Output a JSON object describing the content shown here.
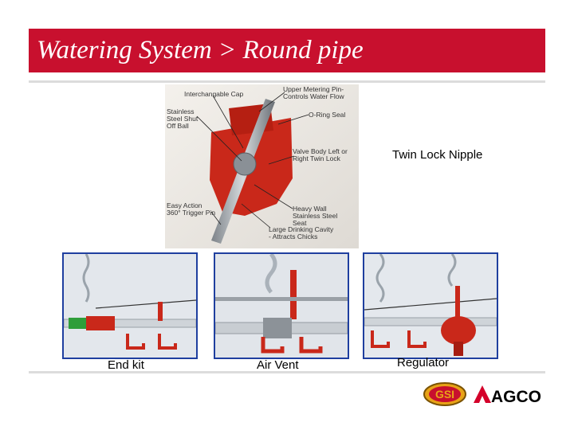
{
  "slide": {
    "title": "Watering System > Round pipe",
    "main_caption": "Twin Lock Nipple",
    "callouts": [
      {
        "id": "cap",
        "text": "Interchangable Cap"
      },
      {
        "id": "pin",
        "text": "Upper Metering Pin-Controls Water Flow"
      },
      {
        "id": "ball",
        "text": "Stainless Steel Shut Off Ball"
      },
      {
        "id": "oring",
        "text": "O-Ring Seal"
      },
      {
        "id": "body",
        "text": "Valve Body Left or Right Twin Lock"
      },
      {
        "id": "seat",
        "text": "Heavy Wall Stainless Steel Seat"
      },
      {
        "id": "trigger",
        "text": "Easy Action 360° Trigger Pin"
      },
      {
        "id": "cavity",
        "text": "Large Drinking Cavity - Attracts Chicks"
      }
    ],
    "thumbnails": [
      {
        "caption": "End kit"
      },
      {
        "caption": "Air Vent"
      },
      {
        "caption": "Regulator"
      }
    ]
  },
  "logos": [
    {
      "name": "GSI",
      "text": "GSI"
    },
    {
      "name": "AGCO",
      "text": "AGCO"
    }
  ],
  "colors": {
    "title_bar": "#c8102e",
    "thumb_border": "#1f3f9f",
    "rule": "#dcdcdc",
    "agco_red": "#d4002a",
    "gsi_gold": "#e8a317"
  }
}
